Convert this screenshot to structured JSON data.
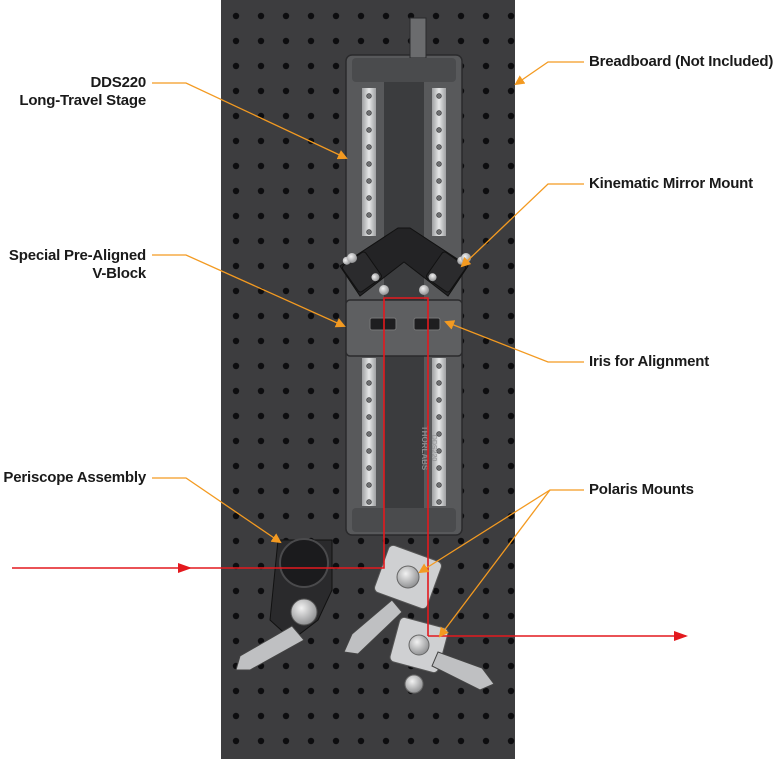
{
  "labels": {
    "dds220": [
      "DDS220",
      "Long-Travel Stage"
    ],
    "breadboard": "Breadboard (Not Included)",
    "kinematic_mirror_mount": "Kinematic Mirror Mount",
    "v_block": [
      "Special Pre-Aligned",
      "V-Block"
    ],
    "iris": "Iris for Alignment",
    "periscope": "Periscope Assembly",
    "polaris": "Polaris Mounts"
  },
  "stage_engraving": [
    "THORLABS",
    "DDS220"
  ],
  "colors": {
    "breadboard": "#3d3d3f",
    "hole": "#0d0d0f",
    "stage": "#58595b",
    "stage_dark": "#2f3032",
    "rail": "#c9cacc",
    "vblock": "#232325",
    "mount_metal": "#cfd0d2",
    "leader": "#f39a21",
    "beam": "#e3191e"
  }
}
